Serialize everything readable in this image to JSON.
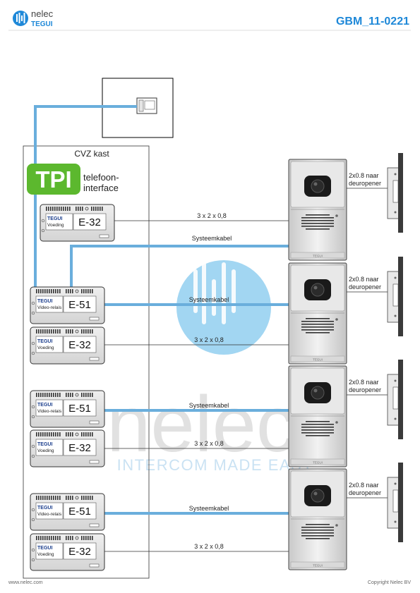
{
  "header": {
    "logo_line1": "nelec",
    "logo_line2": "TEGUI",
    "doc_code": "GBM_11-0221"
  },
  "cabinet": {
    "title": "CVZ kast"
  },
  "tpi": {
    "badge": "TPI",
    "label_line1": "telefoon-",
    "label_line2": "interface"
  },
  "modules": [
    {
      "brand": "TEGUI",
      "kind": "Voeding",
      "code": "E-32"
    },
    {
      "brand": "TEGUI",
      "kind": "Video-relais",
      "code": "E-51"
    },
    {
      "brand": "TEGUI",
      "kind": "Voeding",
      "code": "E-32"
    },
    {
      "brand": "TEGUI",
      "kind": "Video-relais",
      "code": "E-51"
    },
    {
      "brand": "TEGUI",
      "kind": "Voeding",
      "code": "E-32"
    },
    {
      "brand": "TEGUI",
      "kind": "Video-relais",
      "code": "E-51"
    },
    {
      "brand": "TEGUI",
      "kind": "Voeding",
      "code": "E-32"
    }
  ],
  "cables": {
    "power": "3 x 2 x 0,8",
    "system": "Systeemkabel"
  },
  "door_opener": {
    "line1": "2x0.8 naar",
    "line2": "deuropener"
  },
  "panel_brand": "TEGUI",
  "watermark": {
    "word": "nelec",
    "tagline": "INTERCOM MADE EASY"
  },
  "footer": {
    "left": "www.nelec.com",
    "right": "Copyright Nelec BV"
  },
  "colors": {
    "accent_blue": "#1e88d8",
    "cable_blue": "#6aaedc",
    "tpi_green": "#5cb82e"
  }
}
